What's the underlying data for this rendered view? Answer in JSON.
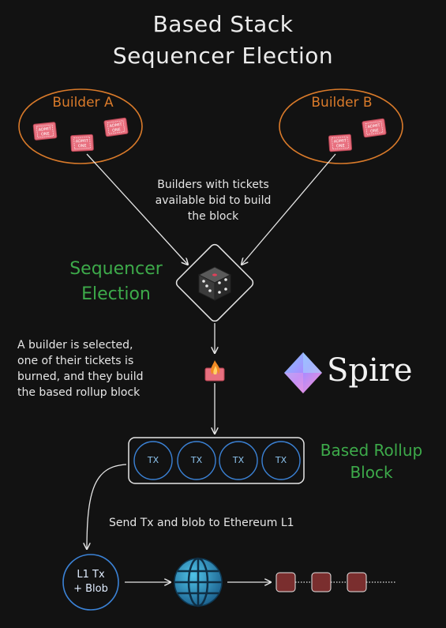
{
  "title_line1": "Based Stack",
  "title_line2": "Sequencer Election",
  "builders": [
    {
      "label": "Builder A"
    },
    {
      "label": "Builder B"
    }
  ],
  "ticket_text_line1": "ADMIT",
  "ticket_text_line2": "ONE",
  "bid_note": [
    "Builders with tickets",
    "available bid to build",
    "the block"
  ],
  "sequencer_election": [
    "Sequencer",
    "Election"
  ],
  "selected_note": [
    "A builder is selected,",
    "one of their tickets is",
    "burned, and they build",
    "the based rollup block"
  ],
  "spire_logo_text": "Spire",
  "tx_labels": [
    "TX",
    "TX",
    "TX",
    "TX"
  ],
  "based_rollup_block": [
    "Based Rollup",
    "Block"
  ],
  "send_note": "Send Tx and blob to Ethereum L1",
  "l1_node": [
    "L1 Tx",
    "+ Blob"
  ],
  "chain_block_count": 3,
  "colors": {
    "background": "#121212",
    "builder_orange": "#d97a2a",
    "label_green": "#3daa4a",
    "tx_blue": "#3b82d6",
    "ticket_red": "#e06070",
    "chain_block": "#7a2e2e"
  },
  "icons": [
    "ticket-icon",
    "dice-icon",
    "burning-ticket-icon",
    "globe-icon",
    "spire-logo-icon"
  ]
}
